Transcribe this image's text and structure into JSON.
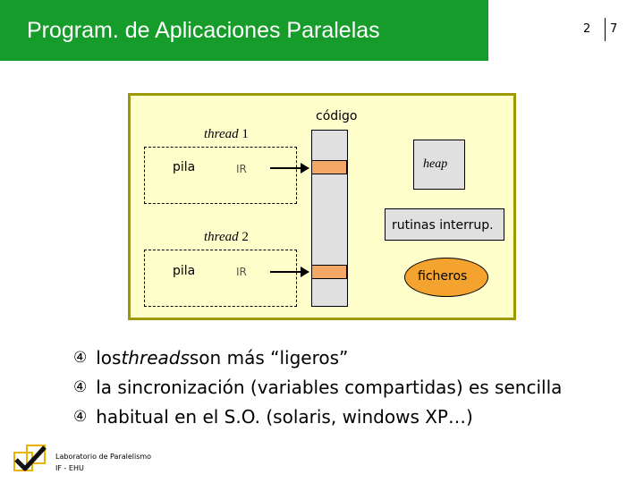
{
  "header": {
    "title": "Program. de Aplicaciones Paralelas",
    "page_number": "2",
    "page_total": "7"
  },
  "diagram": {
    "thread1": {
      "name": "thread",
      "num": " 1",
      "pila": "pila",
      "ir": "IR"
    },
    "thread2": {
      "name": "thread",
      "num": " 2",
      "pila": "pila",
      "ir": "IR"
    },
    "codigo": "código",
    "heap": "heap",
    "rutinas": "rutinas interrup.",
    "ficheros": "ficheros"
  },
  "bullets": [
    {
      "icon": "④",
      "pre": "los ",
      "em": "threads",
      "post": " son más “ligeros”"
    },
    {
      "icon": "④",
      "text": "la sincronización (variables compartidas) es sencilla"
    },
    {
      "icon": "④",
      "text": "habitual en el S.O. (solaris, windows XP…)"
    }
  ],
  "footer": {
    "lab": "Laboratorio de Paralelismo",
    "org": "IF - EHU"
  },
  "colors": {
    "header_green": "#169c2a",
    "process_fill": "#ffffcc",
    "process_border": "#9c9a00",
    "code_mark": "#f4a868",
    "ficheros": "#f4a42e"
  }
}
